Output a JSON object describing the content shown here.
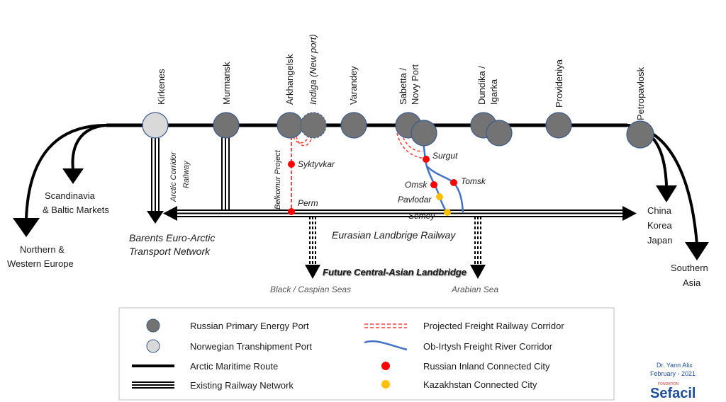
{
  "ports": [
    {
      "name": "Kirkenes",
      "type": "norwegian"
    },
    {
      "name": "Murmansk",
      "type": "russian"
    },
    {
      "name": "Arkhangelsk",
      "type": "russian"
    },
    {
      "name": "Indiga (New port)",
      "type": "russian_new"
    },
    {
      "name": "Varandey",
      "type": "russian"
    },
    {
      "name": "Sabetta /",
      "line2": "Novy Port",
      "type": "russian"
    },
    {
      "name": "Dundika /",
      "line2": "Igarka",
      "type": "russian"
    },
    {
      "name": "Provideniya",
      "type": "russian"
    },
    {
      "name": "Petropavlosk",
      "type": "russian"
    }
  ],
  "cities": {
    "syktyvkar": "Syktyvkar",
    "perm": "Perm",
    "surgut": "Surgut",
    "omsk": "Omsk",
    "tomsk": "Tomsk",
    "pavlodar": "Pavlodar",
    "semey": "Semey"
  },
  "labels": {
    "arctic_corridor_1": "Arctic Corridor",
    "arctic_corridor_2": "Railway",
    "belkomur": "Belkomur Project",
    "barents_1": "Barents Euro-Arctic",
    "barents_2": "Transport Network",
    "eurasian": "Eurasian Landbrige Railway",
    "future": "Future Central-Asian Landbridge",
    "black_caspian": "Black / Caspian Seas",
    "arabian": "Arabian Sea",
    "scandinavia_1": "Scandinavia",
    "scandinavia_2": "& Baltic Markets",
    "northern_1": "Northern &",
    "northern_2": "Western Europe",
    "china": "China",
    "korea": "Korea",
    "japan": "Japan",
    "southern_1": "Southern",
    "southern_2": "Asia"
  },
  "legend": {
    "primary_port": "Russian Primary Energy Port",
    "norwegian_port": "Norwegian Transhipment Port",
    "maritime": "Arctic Maritime Route",
    "railway": "Existing Railway Network",
    "projected": "Projected Freight Railway Corridor",
    "river": "Ob-Irtysh Freight River Corridor",
    "russian_city": "Russian Inland Connected City",
    "kazakh_city": "Kazakhstan Connected City"
  },
  "credit": {
    "author": "Dr. Yann Alix",
    "date": "February - 2021",
    "logo_small": "FONDATION",
    "logo": "Sefacil"
  },
  "colors": {
    "russian_port": "#737373",
    "norwegian_port": "#d9d9d9",
    "port_border": "#3a5a8c",
    "projected": "#ff4040",
    "river": "#4472c4",
    "russian_city": "#ff0000",
    "kazakh_city": "#ffc000",
    "logo": "#1f4e9a"
  }
}
